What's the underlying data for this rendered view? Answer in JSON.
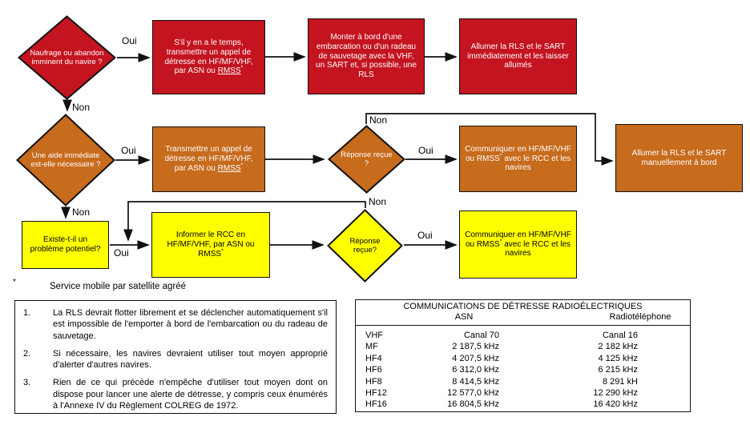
{
  "palette": {
    "red": "#c41420",
    "orange": "#c76b1d",
    "yellow": "#ffff00",
    "line": "#111111"
  },
  "flowchart": {
    "d1": {
      "text": "Naufrage ou abandon imminent du navire ?"
    },
    "r1": {
      "pre": "S'il y en a le temps, transmettre un appel de détresse en HF/MF/VHF, par ASN ou ",
      "rmss": "RMSS",
      "sup": "*"
    },
    "r2": {
      "text": "Monter à bord d'une embarcation ou d'un radeau de sauvetage avec la VHF, un SART et, si possible, une RLS"
    },
    "r3": {
      "text": "Allumer la RLS et le SART immédiatement et les laisser allumés"
    },
    "d2": {
      "text": "Une aide immédiate est-elle nécessaire ?"
    },
    "o1": {
      "pre": "Transmettre un appel de détresse en HF/MF/VHF, par ASN ou ",
      "rmss": "RMSS",
      "sup": "*"
    },
    "d3": {
      "text": "Réponse reçue ?"
    },
    "o2": {
      "pre": "Communiquer en HF/MF/VHF ou RMSS",
      "sup": "*",
      "post": " avec le RCC et les navires"
    },
    "o3": {
      "text": "Allumer la RLS et le SART manuellement à bord"
    },
    "y1": {
      "text": "Existe-t-il un problème potentiel?"
    },
    "y2": {
      "pre": "Informer le RCC en HF/MF/VHF, par ASN ou RMSS",
      "sup": "*"
    },
    "d4": {
      "text": "Réponse reçue?"
    },
    "y3": {
      "pre": "Communiquer en HF/MF/VHF ou RMSS",
      "sup": "*",
      "post": " avec le RCC et les navires"
    },
    "labels": {
      "oui_abandon": "Oui",
      "non_abandon": "Non",
      "oui_aide": "Oui",
      "non_reponse_mf": "Non",
      "oui_reponse_mf": "Oui",
      "non_aide": "Non",
      "oui_probleme": "Oui",
      "non_reponse_rcc": "Non",
      "oui_reponse_rcc": "Oui"
    }
  },
  "footnote": {
    "mark": "*",
    "text": "Service mobile par satellite agréé"
  },
  "notes": {
    "items": [
      {
        "num": "1.",
        "text": "La RLS devrait flotter librement et se déclencher automatiquement s'il est impossible de l'emporter à bord de l'embarcation ou du radeau de sauvetage."
      },
      {
        "num": "2.",
        "text": "Si nécessaire, les navires devraient utiliser tout moyen approprié d'alerter d'autres navires."
      },
      {
        "num": "3.",
        "text": "Rien de ce qui précède n'empêche d'utiliser tout moyen dont on dispose pour lancer une alerte de détresse, y compris ceux énumérés à l'Annexe IV du Règlement COLREG de 1972."
      }
    ]
  },
  "table": {
    "title": "COMMUNICATIONS DE DÉTRESSE RADIOÉLECTRIQUES",
    "col_asn": "ASN",
    "col_radio": "Radiotéléphone",
    "rows": [
      {
        "band": "VHF",
        "asn": "Canal 70",
        "radio": "Canal 16"
      },
      {
        "band": "MF",
        "asn": "2 187,5 kHz",
        "radio": "2 182 kHz"
      },
      {
        "band": "HF4",
        "asn": "4 207,5 kHz",
        "radio": "4 125 kHz"
      },
      {
        "band": "HF6",
        "asn": "6 312,0 kHz",
        "radio": "6 215 kHz"
      },
      {
        "band": "HF8",
        "asn": "8 414,5 kHz",
        "radio": "8 291 kH"
      },
      {
        "band": "HF12",
        "asn": "12 577,0 kHz",
        "radio": "12 290 kHz"
      },
      {
        "band": "HF16",
        "asn": "16 804,5 kHz",
        "radio": "16 420 kHz"
      }
    ]
  }
}
